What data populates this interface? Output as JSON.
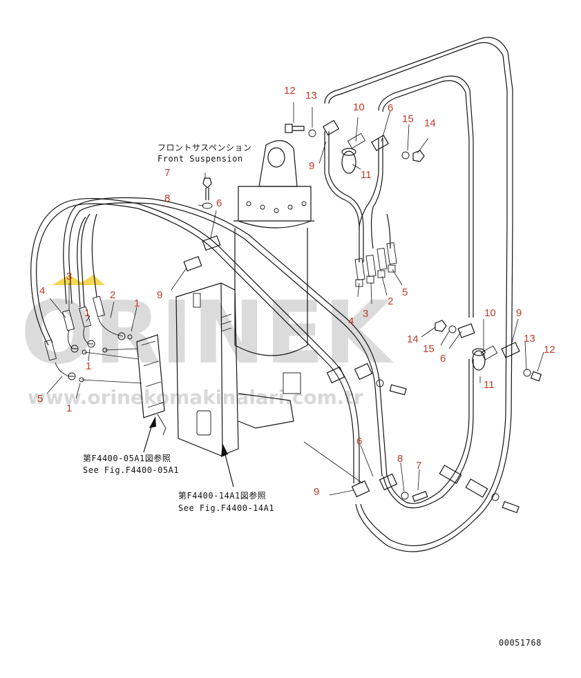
{
  "diagram": {
    "caption_jp": "フロントサスペンション",
    "caption_en": "Front Suspension",
    "ref1_jp": "第F4400-05A1図参照",
    "ref1_en": "See Fig.F4400-05A1",
    "ref2_jp": "第F4400-14A1図参照",
    "ref2_en": "See Fig.F4400-14A1",
    "figure_code": "00051768",
    "callouts": [
      "1",
      "1",
      "1",
      "1",
      "2",
      "2",
      "3",
      "3",
      "4",
      "4",
      "5",
      "5",
      "6",
      "6",
      "6",
      "6",
      "7",
      "7",
      "8",
      "8",
      "9",
      "9",
      "9",
      "9",
      "10",
      "10",
      "11",
      "11",
      "12",
      "12",
      "13",
      "13",
      "14",
      "14",
      "15",
      "15"
    ]
  },
  "watermark": {
    "brand": "ORINEK",
    "url": "www.orinekomakinalari.com.tr",
    "accent_color": "#f1c40f"
  },
  "colors": {
    "callout": "#c0392b",
    "ink": "#111111",
    "watermark": "#bfbfbf"
  }
}
